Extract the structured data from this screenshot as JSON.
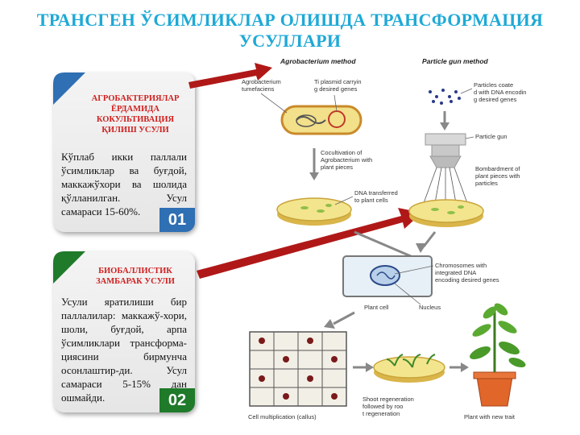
{
  "title": "ТРАНСГЕН ЎСИМЛИКЛАР ОЛИШДА ТРАНСФОРМАЦИЯ УСУЛЛАРИ",
  "cards": [
    {
      "heading": "АГРОБАКТЕРИЯЛАР ЁРДАМИДА КОКУЛЬТИВАЦИЯ ҚИЛИШ УСУЛИ",
      "text": "Кўплаб икки паллали ўсимликлар ва буғдой, маккажўхори ва шолида қўлланилган. Усул самараси 15-60%.",
      "number": "01",
      "accent": "#2f6fb3"
    },
    {
      "heading": "БИОБАЛЛИСТИК ЗАМБАРАК УСУЛИ",
      "text": "Усули яратилиши бир паллалилар: маккажў-хори, шоли, буғдой, арпа ўсимликлари трансформа-циясини бирмунча осонлаштир-ди. Усул самараси 5-15% дан ошмайди.",
      "number": "02",
      "accent": "#1f7a2a"
    }
  ],
  "diagram": {
    "agro_header": "Agrobacterium method",
    "gun_header": "Particle gun method",
    "labels": {
      "agrobacterium": "Agrobacterium tumefaciens",
      "ti_plasmid": "Ti plasmid carrying desired genes",
      "particles": "Particles coated with DNA encoding desired genes",
      "cocultivation": "Cocultivation of Agrobacterium with plant pieces",
      "particle_gun": "Particle gun",
      "bombardment": "Bombardment of plant pieces with particles",
      "dna_transferred": "DNA transferred to plant cells",
      "chromosomes": "Chromosomes with integrated DNA encoding desired genes",
      "plant_cell": "Plant cell",
      "nucleus": "Nucleus",
      "cell_multiplication": "Cell multiplication (callus)",
      "shoot_regeneration": "Shoot regeneration followed by root regeneration",
      "plant_new_trait": "Plant with new trait"
    }
  },
  "colors": {
    "title": "#1fa9d6",
    "heading_red": "#d01f1f",
    "arrow_red": "#b01818"
  }
}
